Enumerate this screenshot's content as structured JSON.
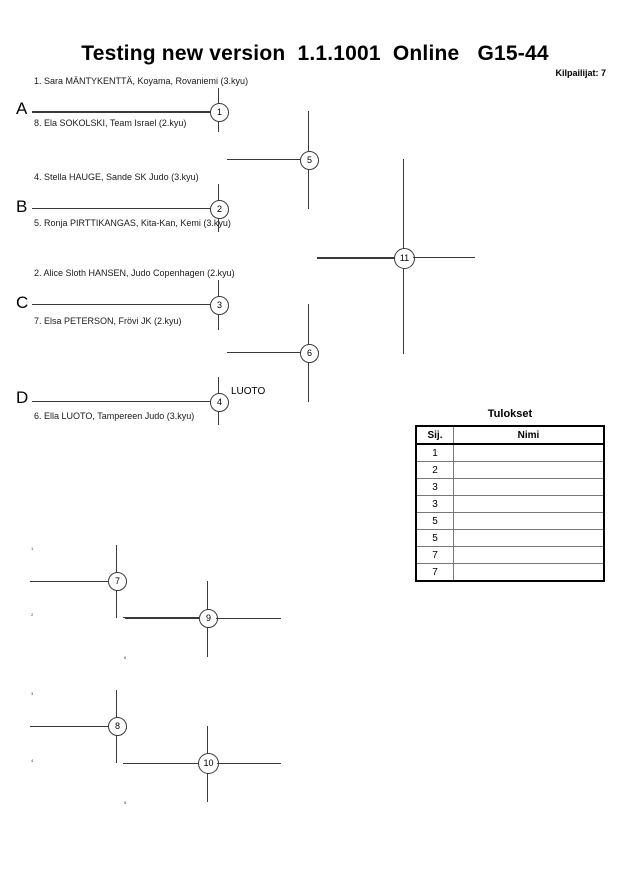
{
  "header": {
    "title": "Testing new version  1.1.1001  Online   G15-44",
    "competitors_label": "Kilpailijat: 7"
  },
  "pools": [
    {
      "letter": "A"
    },
    {
      "letter": "B"
    },
    {
      "letter": "C"
    },
    {
      "letter": "D"
    }
  ],
  "competitors": [
    {
      "text": "1. Sara MÄNTYKENTTÄ, Koyama, Rovaniemi (3.kyu)"
    },
    {
      "text": "8. Ela SOKOLSKI, Team Israel (2.kyu)"
    },
    {
      "text": "4. Stella HAUGE, Sande SK Judo (3.kyu)"
    },
    {
      "text": "5. Ronja PIRTTIKANGAS, Kita-Kan, Kemi (3.kyu)"
    },
    {
      "text": "2. Alice Sloth HANSEN, Judo Copenhagen (2.kyu)"
    },
    {
      "text": "7. Elsa PETERSON, Frövi JK (2.kyu)"
    },
    {
      "text": ""
    },
    {
      "text": "6. Ella LUOTO, Tampereen Judo (3.kyu)"
    }
  ],
  "matches": [
    {
      "number": "1"
    },
    {
      "number": "2"
    },
    {
      "number": "3"
    },
    {
      "number": "4"
    },
    {
      "number": "5"
    },
    {
      "number": "6"
    },
    {
      "number": "11"
    },
    {
      "number": "7"
    },
    {
      "number": "9"
    },
    {
      "number": "8"
    },
    {
      "number": "10"
    }
  ],
  "winners": [
    {
      "name": "LUOTO"
    }
  ],
  "repechage": {
    "upper_seeds": [
      "1",
      "2",
      "6"
    ],
    "lower_seeds": [
      "3",
      "4",
      "5"
    ]
  },
  "results": {
    "title": "Tulokset",
    "columns": [
      "Sij.",
      "Nimi"
    ],
    "rows": [
      {
        "rank": "1",
        "name": ""
      },
      {
        "rank": "2",
        "name": ""
      },
      {
        "rank": "3",
        "name": ""
      },
      {
        "rank": "3",
        "name": ""
      },
      {
        "rank": "5",
        "name": ""
      },
      {
        "rank": "5",
        "name": ""
      },
      {
        "rank": "7",
        "name": ""
      },
      {
        "rank": "7",
        "name": ""
      }
    ]
  }
}
